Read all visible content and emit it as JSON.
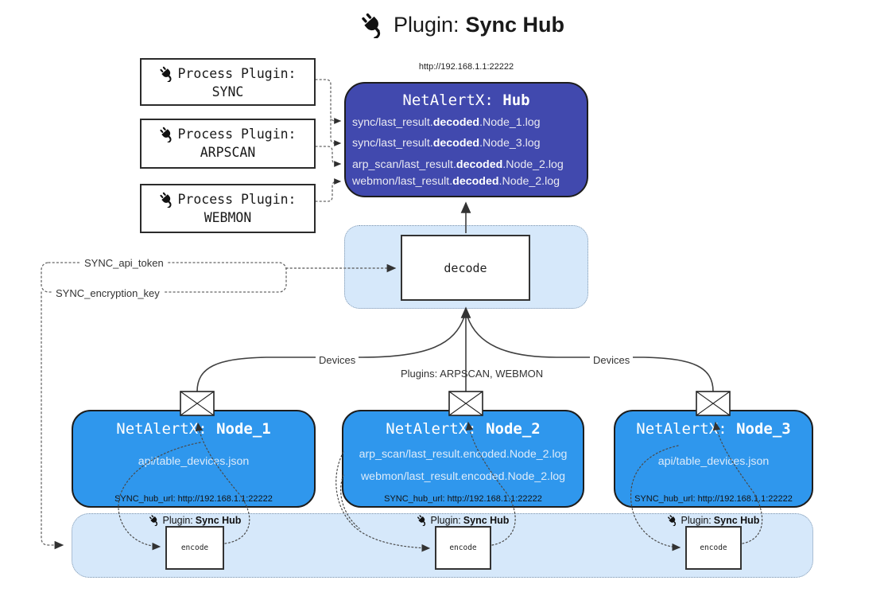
{
  "title": {
    "prefix": "Plugin:",
    "bold": "Sync Hub"
  },
  "process_plugins": [
    {
      "line1": "Process Plugin:",
      "name": "SYNC"
    },
    {
      "line1": "Process Plugin:",
      "name": "ARPSCAN"
    },
    {
      "line1": "Process Plugin:",
      "name": "WEBMON"
    }
  ],
  "hub": {
    "url": "http://192.168.1.1:22222",
    "title_prefix": "NetAlertX:",
    "title_bold": "Hub",
    "lines": [
      {
        "pre": "sync/last_result.",
        "bold": "decoded",
        "post": ".Node_1.log"
      },
      {
        "pre": "sync/last_result.",
        "bold": "decoded",
        "post": ".Node_3.log"
      },
      {
        "pre": "arp_scan/last_result.",
        "bold": "decoded",
        "post": ".Node_2.log"
      },
      {
        "pre": "webmon/last_result.",
        "bold": "decoded",
        "post": ".Node_2.log"
      }
    ]
  },
  "decode": {
    "label": "decode"
  },
  "config": {
    "api_token": "SYNC_api_token",
    "encryption_key": "SYNC_encryption_key"
  },
  "edge_labels": {
    "left_devices": "Devices",
    "plugins": "Plugins: ARPSCAN, WEBMON",
    "right_devices": "Devices"
  },
  "nodes": [
    {
      "title_prefix": "NetAlertX:",
      "title_bold": "Node_1",
      "lines": [
        "api/table_devices.json"
      ],
      "footer": "SYNC_hub_url: http://192.168.1.1:22222"
    },
    {
      "title_prefix": "NetAlertX:",
      "title_bold": "Node_2",
      "lines": [
        "arp_scan/last_result.encoded.Node_2.log",
        "webmon/last_result.encoded.Node_2.log"
      ],
      "footer": "SYNC_hub_url: http://192.168.1.1:22222"
    },
    {
      "title_prefix": "NetAlertX:",
      "title_bold": "Node_3",
      "lines": [
        "api/table_devices.json"
      ],
      "footer": "SYNC_hub_url: http://192.168.1.1:22222"
    }
  ],
  "encoders": [
    {
      "label_prefix": "Plugin:",
      "label_bold": "Sync Hub",
      "box_label": "encode"
    },
    {
      "label_prefix": "Plugin:",
      "label_bold": "Sync Hub",
      "box_label": "encode"
    },
    {
      "label_prefix": "Plugin:",
      "label_bold": "Sync Hub",
      "box_label": "encode"
    }
  ],
  "colors": {
    "hub_fill": "#4149AE",
    "node_fill": "#2F97ED",
    "panel_fill": "#D6E8FA",
    "hub_text": "#E9E9F2",
    "node_text": "#DCEBFA"
  }
}
